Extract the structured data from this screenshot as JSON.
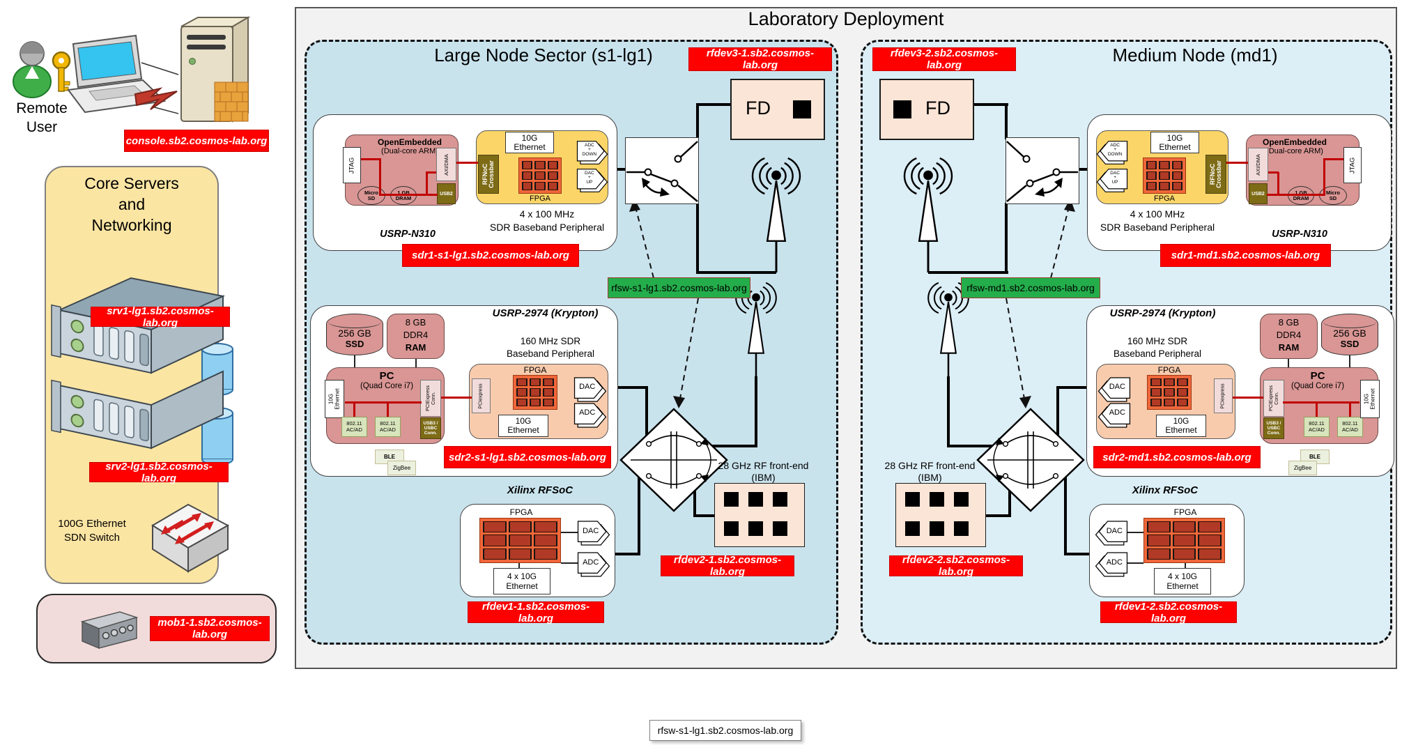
{
  "header": {
    "title": "Laboratory Deployment"
  },
  "remote": {
    "line1": "Remote",
    "line2": "User",
    "console": "console.sb2.cosmos-lab.org"
  },
  "core": {
    "t1": "Core Servers",
    "t2": "and",
    "t3": "Networking",
    "srv1": "srv1-lg1.sb2.cosmos-lab.org",
    "srv2": "srv2-lg1.sb2.cosmos-lab.org",
    "sw1": "100G Ethernet",
    "sw2": "SDN Switch"
  },
  "mob": {
    "label": "mob1-1.sb2.cosmos-lab.org"
  },
  "tooltip": "rfsw-s1-lg1.sb2.cosmos-lab.org",
  "large": {
    "title": "Large Node Sector (s1-lg1)",
    "rfdev3": "rfdev3-1.sb2.cosmos-lab.org",
    "sdr1": "sdr1-s1-lg1.sb2.cosmos-lab.org",
    "rfsw": "rfsw-s1-lg1.sb2.cosmos-lab.org",
    "sdr2": "sdr2-s1-lg1.sb2.cosmos-lab.org",
    "rfdev1": "rfdev1-1.sb2.cosmos-lab.org",
    "rfdev2": "rfdev2-1.sb2.cosmos-lab.org"
  },
  "medium": {
    "title": "Medium Node (md1)",
    "rfdev3": "rfdev3-2.sb2.cosmos-lab.org",
    "sdr1": "sdr1-md1.sb2.cosmos-lab.org",
    "rfsw": "rfsw-md1.sb2.cosmos-lab.org",
    "sdr2": "sdr2-md1.sb2.cosmos-lab.org",
    "rfdev1": "rfdev1-2.sb2.cosmos-lab.org",
    "rfdev2": "rfdev2-2.sb2.cosmos-lab.org"
  },
  "comp": {
    "fd": "FD",
    "n310": {
      "name": "USRP-N310",
      "oe": "OpenEmbedded",
      "arm": "(Dual-core ARM)",
      "jtag": "JTAG",
      "axidma": "AXI/DMA",
      "sd1": "Micro",
      "sd2": "SD",
      "dr1": "1 GB",
      "dr2": "DRAM",
      "usb2": "USB2",
      "rfnoc1": "RFNoC",
      "rfnoc2": "Crossbar",
      "e1": "10G",
      "e2": "Ethernet",
      "fpga": "FPGA",
      "adc": "ADC",
      "plus": "+",
      "down": "DOWN",
      "dac": "DAC",
      "up": "UP",
      "cap1": "4 x 100 MHz",
      "cap2": "SDR Baseband Peripheral"
    },
    "k": {
      "name": "USRP-2974 (Krypton)",
      "cap1": "160 MHz SDR",
      "cap2": "Baseband Peripheral",
      "ssd1": "256 GB",
      "ssd2": "SSD",
      "ram1": "8 GB",
      "ram2": "DDR4",
      "ram3": "RAM",
      "pc": "PC",
      "cpu": "(Quad Core i7)",
      "e1": "10G",
      "e2": "Ethernet",
      "w1": "802.11",
      "w2": "AC/AD",
      "pcie1": "PCIExpress",
      "pcie2": "Conn.",
      "usb1": "USB3 /",
      "usb2": "USBC",
      "usb3": "Conn.",
      "ble": "BLE",
      "zig": "ZigBee",
      "pciex": "PCIexpress",
      "fpga": "FPGA",
      "dac": "DAC",
      "adc": "ADC"
    },
    "rfsoc": {
      "name": "Xilinx RFSoC",
      "fpga": "FPGA",
      "dac": "DAC",
      "adc": "ADC",
      "e1": "4 x 10G",
      "e2": "Ethernet"
    },
    "ibm": {
      "cap1": "28 GHz RF front-end",
      "cap2": "(IBM)"
    }
  },
  "colors": {
    "label_red": "#ff0000",
    "label_green": "#24ad4b",
    "sector_large_bg": "#c9e3ed",
    "sector_medium_bg": "#dceef6",
    "core_bg": "#fbe5a3",
    "mob_bg": "#f2dcdb"
  }
}
